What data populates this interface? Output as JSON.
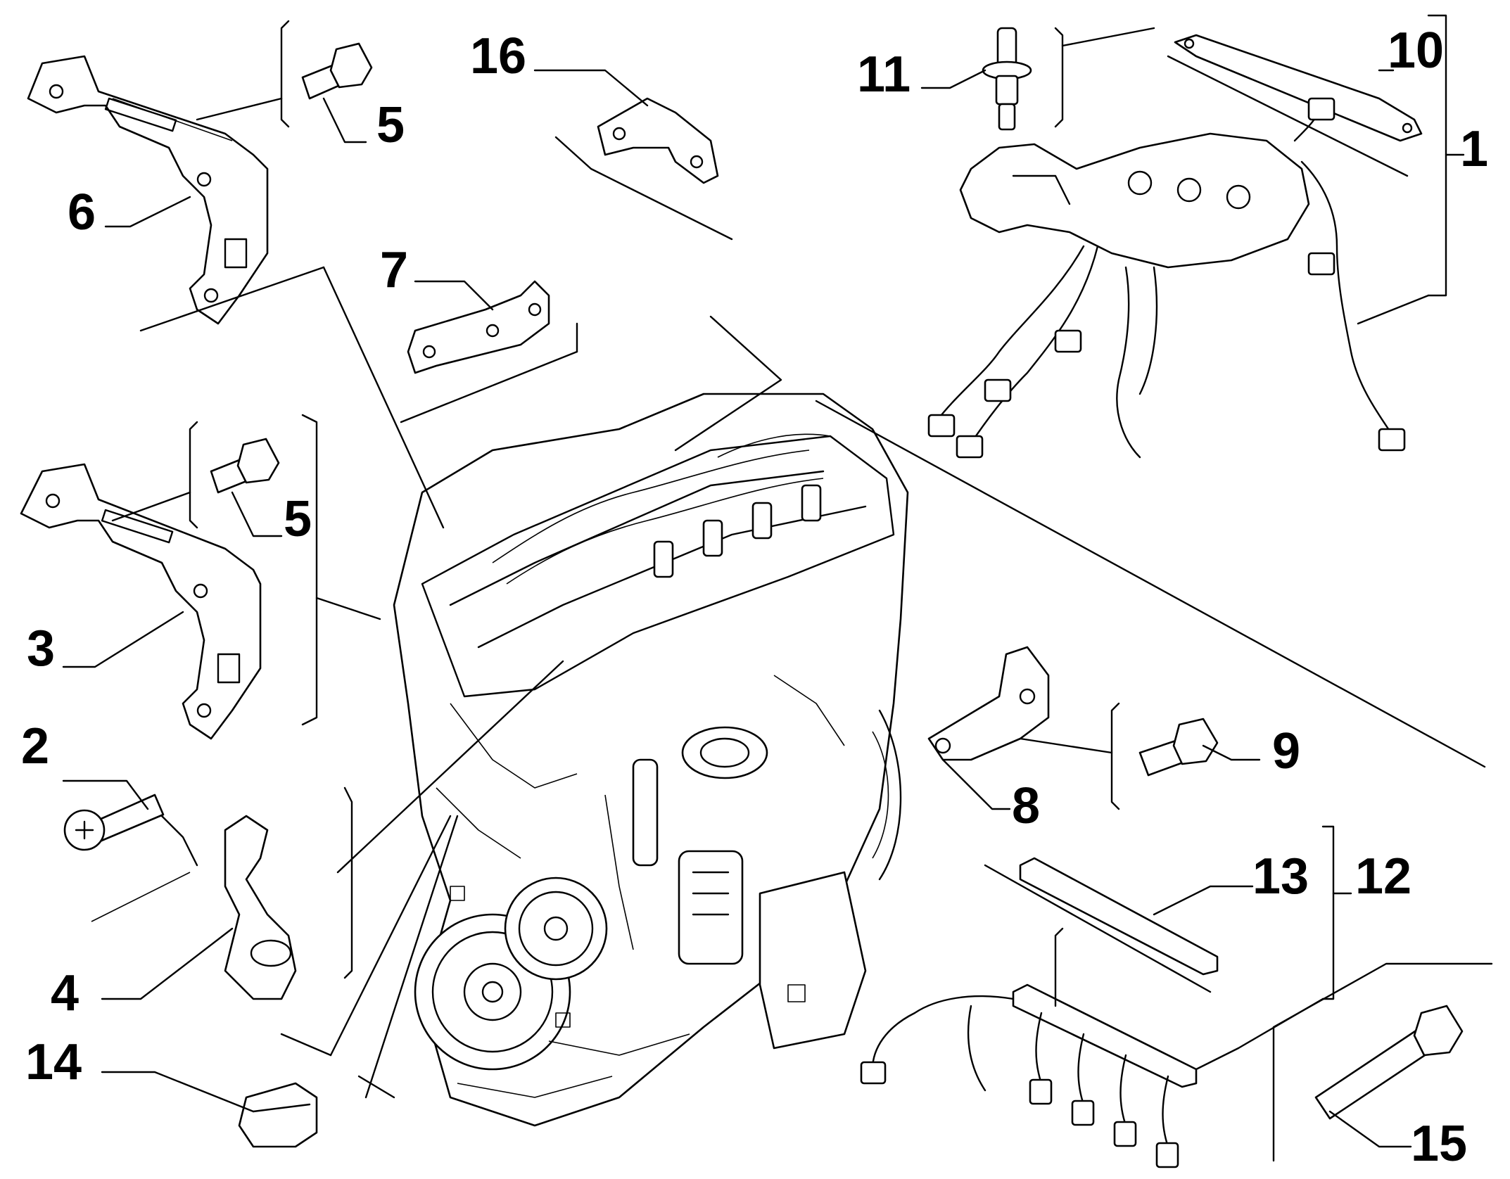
{
  "labels": {
    "l1": "1",
    "l2": "2",
    "l3": "3",
    "l4": "4",
    "l5a": "5",
    "l5b": "5",
    "l6": "6",
    "l7": "7",
    "l8": "8",
    "l9": "9",
    "l10": "10",
    "l11": "11",
    "l12": "12",
    "l13": "13",
    "l14": "14",
    "l15": "15",
    "l16": "16"
  },
  "colors": {
    "ink": "#000000",
    "paper": "#ffffff"
  }
}
